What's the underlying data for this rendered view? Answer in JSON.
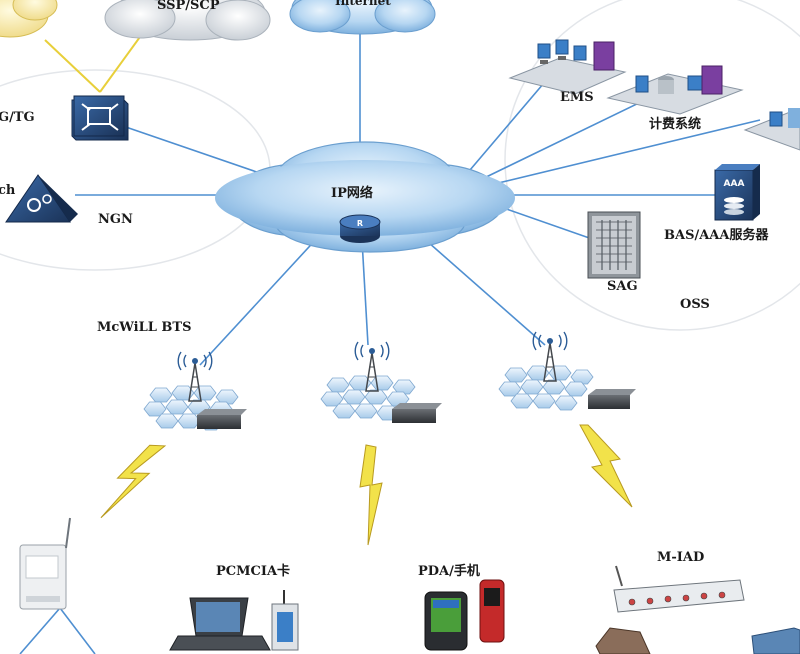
{
  "labels": {
    "ssp_scp": "SSP/SCP",
    "internet": "Internet",
    "g_tg": "G/TG",
    "switch_partial": "ch",
    "ngn": "NGN",
    "ip_network": "IP网络",
    "ems": "EMS",
    "billing": "计费系统",
    "bas_aaa": "BAS/AAA服务器",
    "sag": "SAG",
    "oss": "OSS",
    "mcwill_bts": "McWiLL BTS",
    "pcmcia": "PCMCIA卡",
    "pda_phone": "PDA/手机",
    "m_iad": "M-IAD",
    "aaa_badge": "AAA",
    "router_badge": "R"
  },
  "colors": {
    "link_line": "#4f8fd1",
    "signal_yellow": "#f2e24a",
    "cloud_blue": "#9fc6ea",
    "cloud_grey": "#d8dde3",
    "cloud_yellow": "#f7eaa6",
    "device_navy": "#23436e"
  }
}
